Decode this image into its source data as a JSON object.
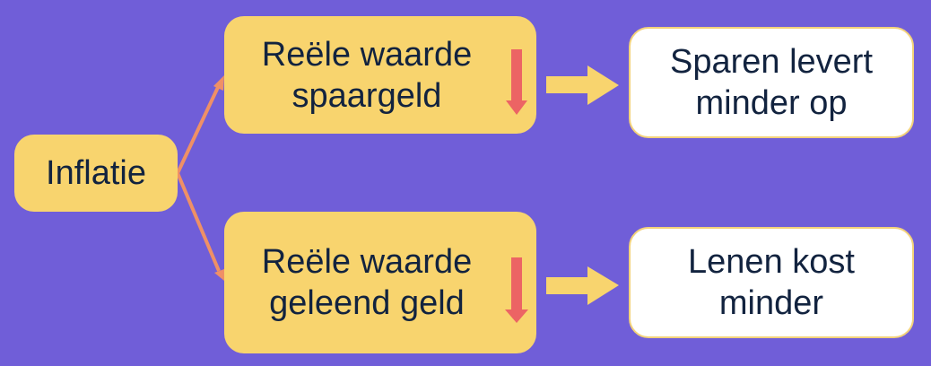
{
  "diagram": {
    "root": {
      "label": "Inflatie"
    },
    "branches": [
      {
        "effect": {
          "label": "Reële waarde\nspaargeld",
          "indicator": "arrow-down-icon"
        },
        "result": {
          "label": "Sparen levert\nminder op"
        }
      },
      {
        "effect": {
          "label": "Reële waarde\ngeleend geld",
          "indicator": "arrow-down-icon"
        },
        "result": {
          "label": "Lenen kost\nminder"
        }
      }
    ]
  },
  "colors": {
    "background": "#705ed8",
    "effect_box": "#f8d46e",
    "result_box": "#ffffff",
    "connector": "#ef9066",
    "down_arrow": "#ec6464",
    "right_arrow": "#f8d46e",
    "text": "#12233f"
  }
}
